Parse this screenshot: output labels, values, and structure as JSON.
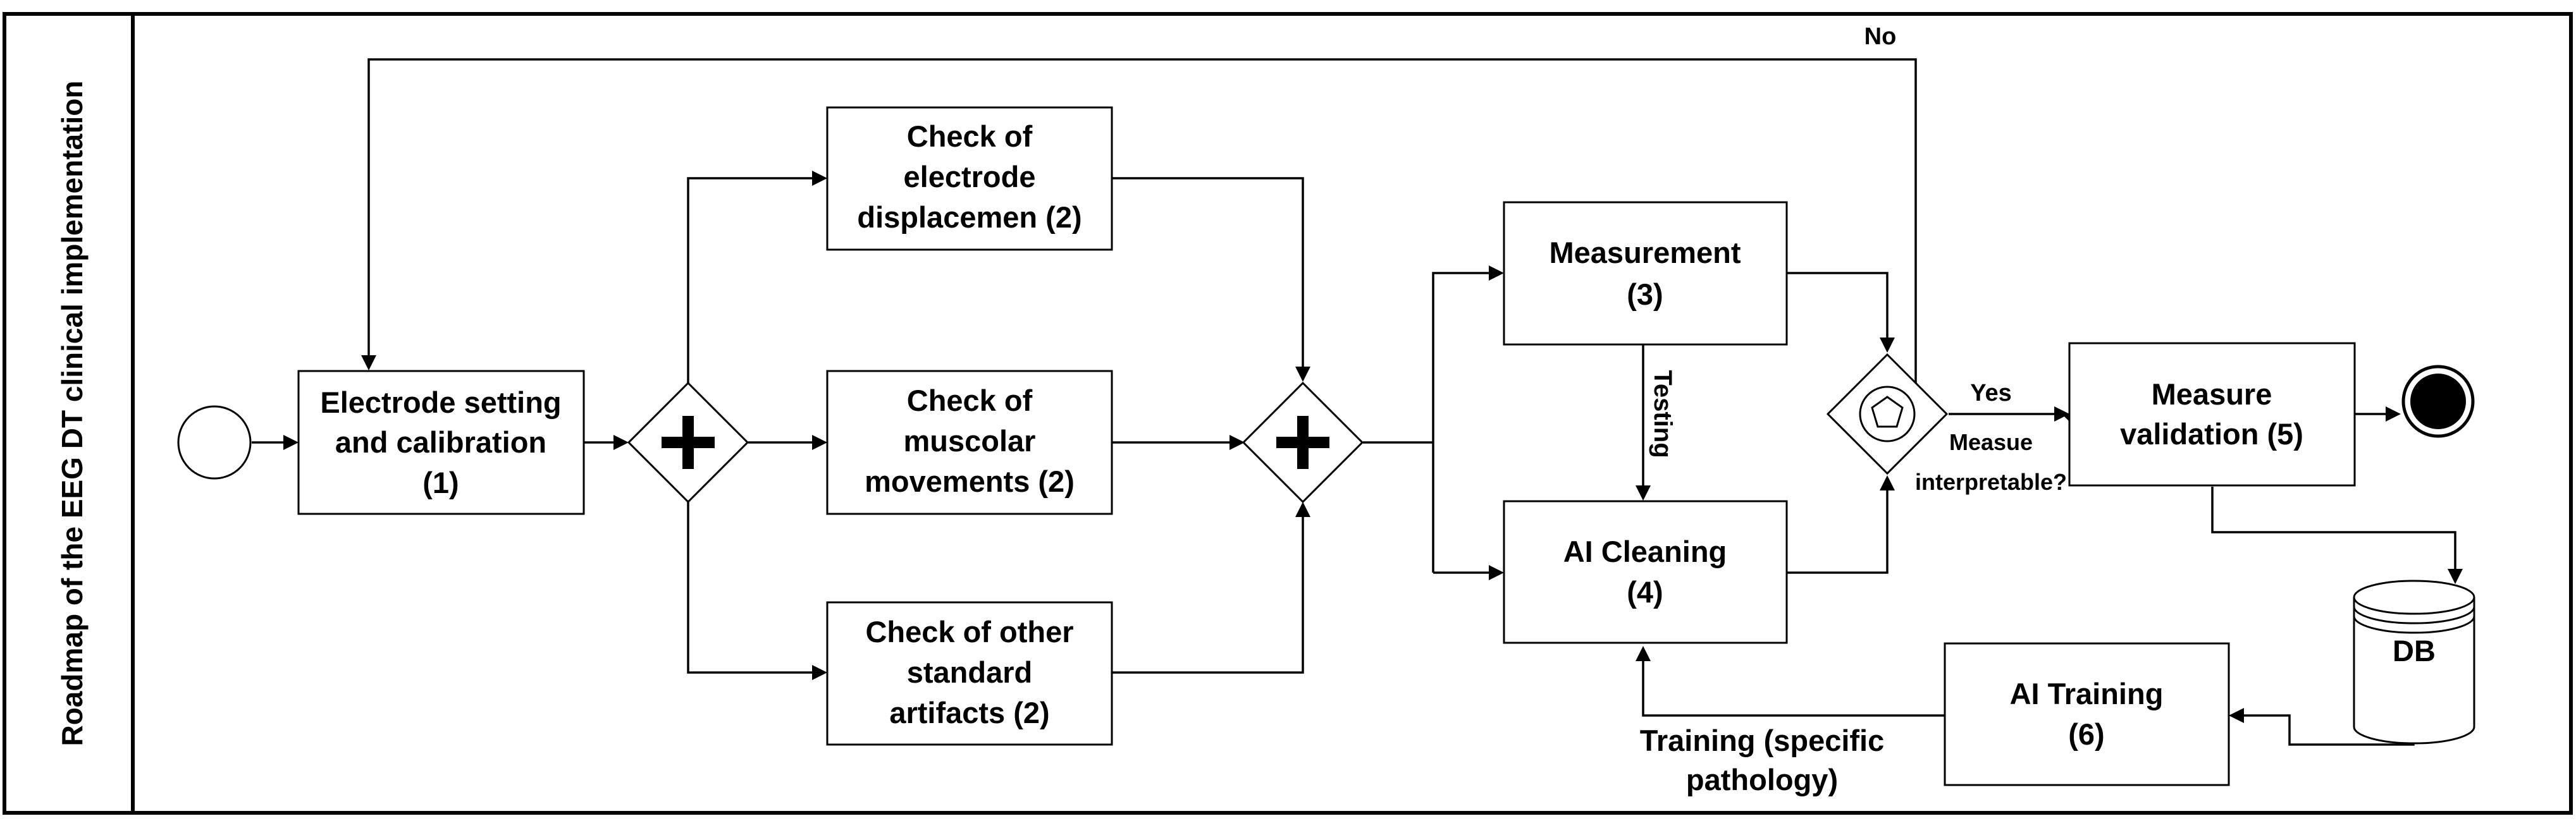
{
  "pool_label": "Roadmap of the EEG DT clinical implementation",
  "nodes": {
    "electrode_setting": [
      "Electrode setting",
      "and calibration",
      "(1)"
    ],
    "check_displacement": [
      "Check of",
      "electrode",
      "displacemen (2)"
    ],
    "check_muscolar": [
      "Check of",
      "muscolar",
      "movements (2)"
    ],
    "check_other": [
      "Check of other",
      "standard",
      "artifacts (2)"
    ],
    "measurement": [
      "Measurement",
      "(3)"
    ],
    "ai_cleaning": [
      "AI Cleaning",
      "(4)"
    ],
    "measure_validation": [
      "Measure",
      "validation (5)"
    ],
    "db": "DB",
    "ai_training": [
      "AI Training",
      "(6)"
    ]
  },
  "edge_labels": {
    "no": "No",
    "yes": "Yes",
    "testing": "Testing",
    "gateway_question": [
      "Measue",
      "interpretable?"
    ],
    "training": [
      "Training (specific",
      "pathology)"
    ]
  },
  "gateway_types": {
    "split": "parallel",
    "join": "parallel",
    "decision": "complex"
  },
  "events": {
    "start": "start-event",
    "end": "end-event"
  }
}
